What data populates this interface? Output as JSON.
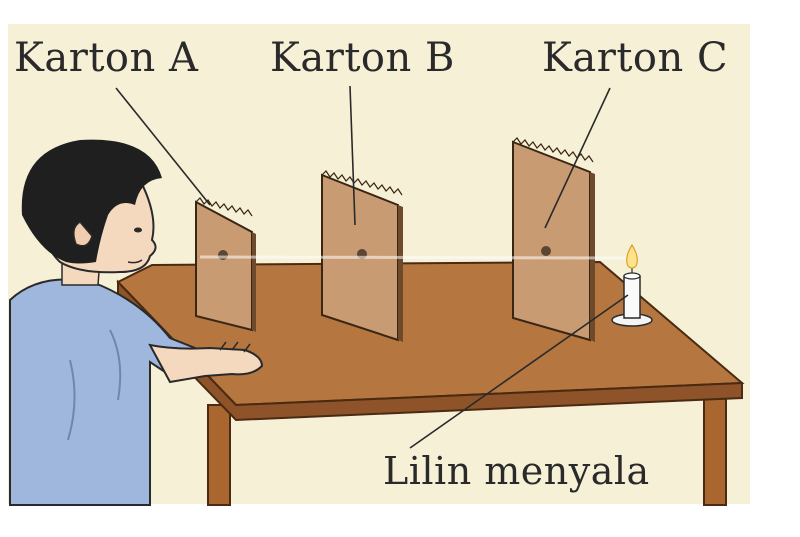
{
  "labels": {
    "karton_a": "Karton A",
    "karton_b": "Karton B",
    "karton_c": "Karton C",
    "candle": "Lilin menyala"
  },
  "colors": {
    "background_panel": "#f6f0d6",
    "table_top": "#b5763f",
    "table_edge": "#8e5328",
    "cardboard": "#c99b72",
    "shirt": "#9fb7dd",
    "hair": "#1f1f1f",
    "skin": "#f5d9bf"
  }
}
